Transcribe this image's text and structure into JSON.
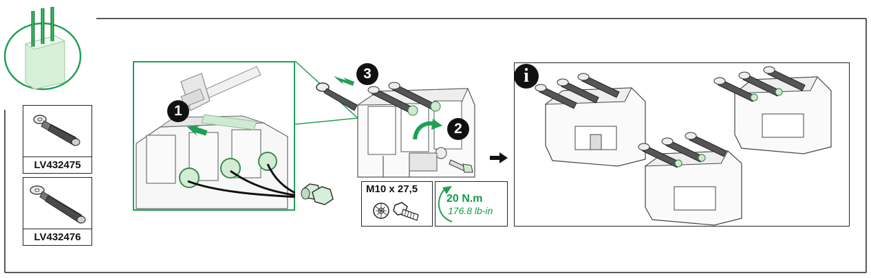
{
  "parts": [
    {
      "reference": "LV432475"
    },
    {
      "reference": "LV432476"
    }
  ],
  "steps": [
    {
      "number": "1"
    },
    {
      "number": "2"
    },
    {
      "number": "3"
    }
  ],
  "fastener": {
    "size": "M10 x 27,5"
  },
  "torque": {
    "metric": "20 N.m",
    "imperial": "176.8 lb-in"
  },
  "info_symbol": "i",
  "colors": {
    "accent_green": "#1fa055",
    "torque_text": "#159a4a",
    "line": "#222222"
  },
  "icons": [
    "terminal-block-icon",
    "hammer-icon",
    "bolt-icon",
    "washer-icon",
    "nut-icon",
    "arrow-right-icon",
    "rotation-arrow-icon",
    "info-icon"
  ]
}
